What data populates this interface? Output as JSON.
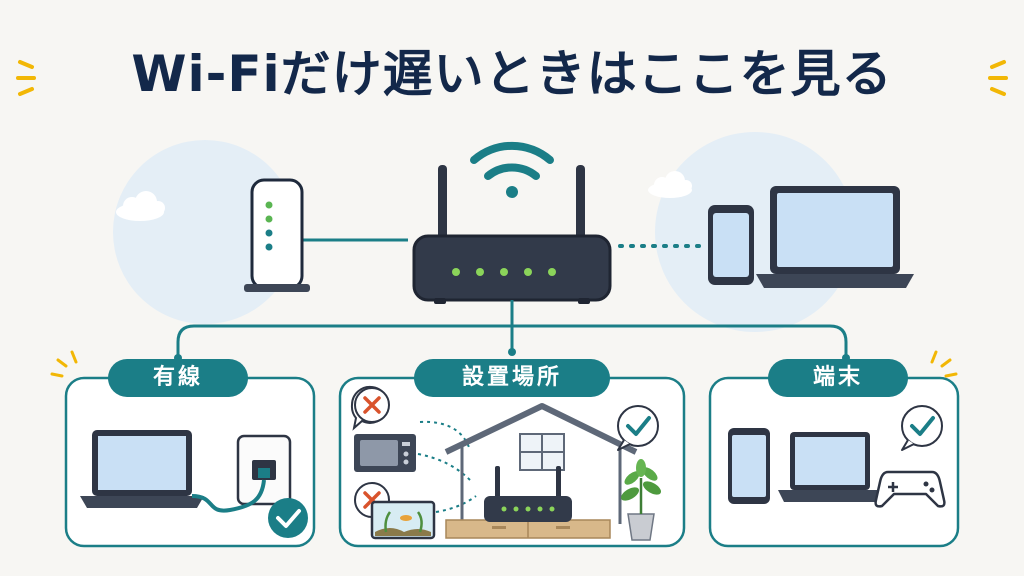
{
  "title": "Wi-Fiだけ遅いときはここを見る",
  "sections": {
    "wired": {
      "label": "有線"
    },
    "placement": {
      "label": "設置場所"
    },
    "device": {
      "label": "端末"
    }
  },
  "colors": {
    "teal": "#1b7e87",
    "navy": "#13284a",
    "accent": "#f2b705",
    "error": "#d9532c",
    "background": "#f7f6f3"
  },
  "icons": [
    "wifi-icon",
    "router-icon",
    "onu-modem-icon",
    "smartphone-icon",
    "laptop-icon",
    "lan-port-icon",
    "check-icon",
    "cross-icon",
    "microwave-icon",
    "aquarium-icon",
    "house-icon",
    "plant-icon",
    "game-controller-icon",
    "cloud-icon"
  ]
}
